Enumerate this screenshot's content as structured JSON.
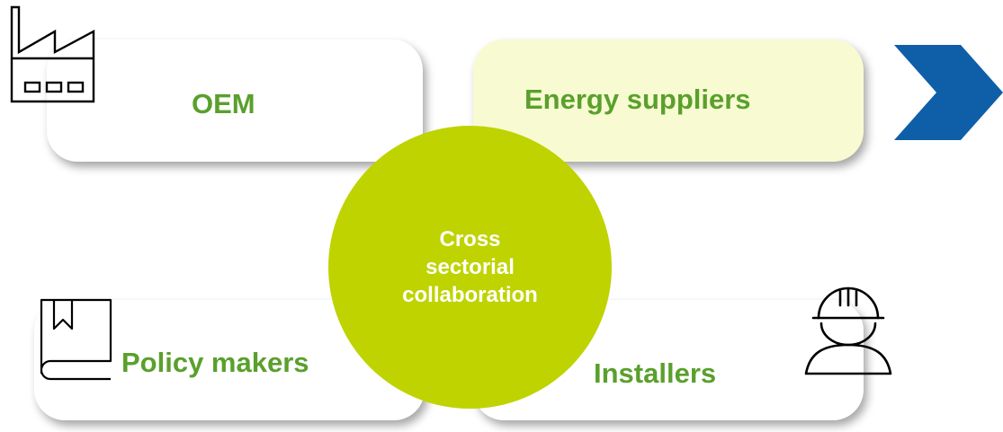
{
  "nodes": {
    "oem": {
      "label": "OEM"
    },
    "energy_suppliers": {
      "label": "Energy suppliers"
    },
    "policy_makers": {
      "label": "Policy makers"
    },
    "installers": {
      "label": "Installers"
    }
  },
  "center": {
    "lines": [
      "Cross",
      "sectorial",
      "collaboration"
    ]
  },
  "icons": {
    "factory": "factory-icon",
    "book": "book-icon",
    "worker": "worker-icon",
    "chevron": "chevron-right-icon"
  },
  "colors": {
    "label_green": "#5aa02c",
    "circle_fill": "#bfd300",
    "energy_fill": "#f8fbd2",
    "chevron_blue": "#0e5fa8"
  }
}
